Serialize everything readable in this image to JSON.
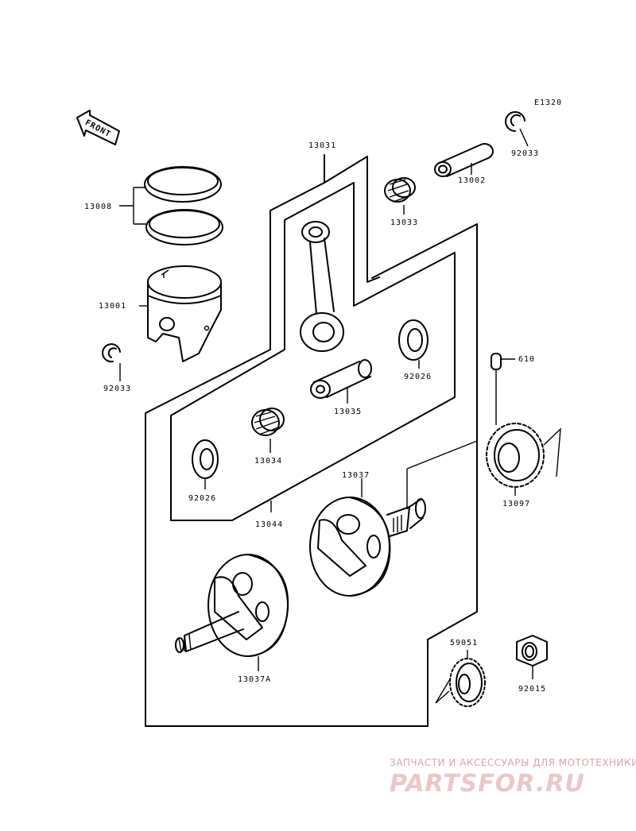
{
  "diagram_code": "E1320",
  "front_label": "FRONT",
  "parts": {
    "p13031": "13031",
    "p13002": "13002",
    "p92033_top": "92033",
    "p13033": "13033",
    "p13008": "13008",
    "p13001": "13001",
    "p92033_left": "92033",
    "p92026_right": "92026",
    "p13035": "13035",
    "p610": "610",
    "p13034": "13034",
    "p92026_left": "92026",
    "p13044": "13044",
    "p13037": "13037",
    "p13097": "13097",
    "p13037A": "13037A",
    "p59051": "59051",
    "p92015": "92015"
  },
  "watermark": {
    "tagline": "ЗАПЧАСТИ И АКСЕССУАРЫ ДЛЯ МОТОТЕХНИКИ",
    "brand": "PARTSFOR.RU"
  }
}
